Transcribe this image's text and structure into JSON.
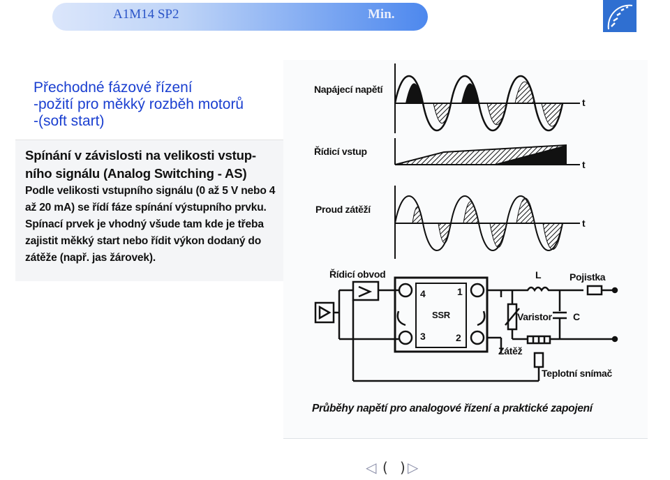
{
  "header": {
    "title": "A1M14 SP2",
    "right_label": "Min."
  },
  "slide": {
    "title_line1": "Přechodné fázové řízení",
    "title_line2": "-požití pro měkký rozběh motorů",
    "title_line3": "-(soft start)"
  },
  "left_scan": {
    "line1": "Spínání v závislosti na velikosti vstup-",
    "line2": "ního signálu  (Analog Switching - AS)",
    "line3": "Podle velikosti vstupního signálu (0 až 5 V nebo 4",
    "line4": "až 20 mA) se řídí fáze spínání výstupního prvku.",
    "line5": "Spínací prvek je vhodný všude tam kde je třeba",
    "line6": "zajistit měkký start nebo řídit výkon dodaný do",
    "line7": "zátěže (např. jas žárovek)."
  },
  "waveforms": {
    "label1": "Napájecí napětí",
    "label2": "Řídicí vstup",
    "label3": "Proud zátěží",
    "axis_t": "t"
  },
  "circuit": {
    "control": "Řídicí obvod",
    "ssr": "SSR",
    "pin1": "1",
    "pin2": "2",
    "pin3": "3",
    "pin4": "4",
    "inductor": "L",
    "fuse": "Pojistka",
    "varistor": "Varistor",
    "capacitor": "C",
    "load": "Zátěž",
    "sensor": "Teplotní snímač"
  },
  "caption": "Průběhy napětí pro analogové řízení a praktické zapojení",
  "nav": {
    "prev": "◁",
    "paren_open": "(",
    "paren_close": ")",
    "next": "▷"
  },
  "colors": {
    "title_blue": "#1a3fd0",
    "header_blue": "#4d88ee"
  }
}
